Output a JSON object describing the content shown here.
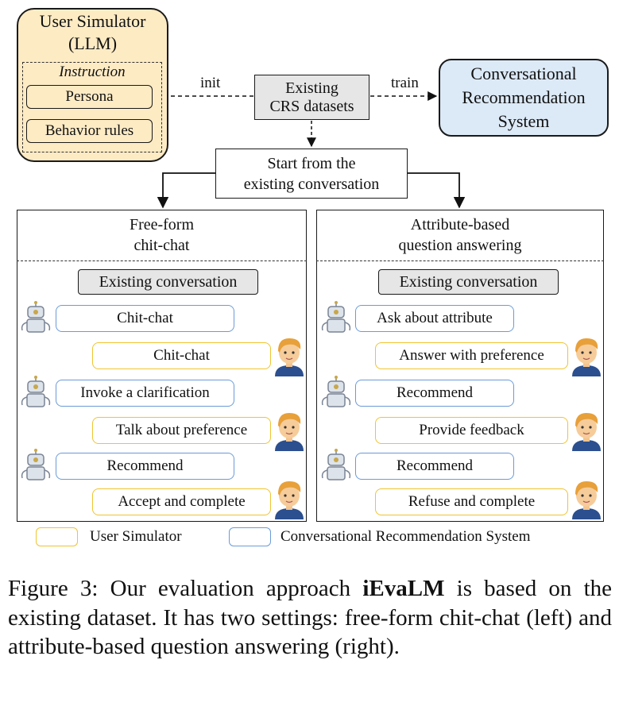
{
  "user_simulator": {
    "title_line1": "User Simulator",
    "title_line2": "(LLM)",
    "instruction_label": "Instruction",
    "persona": "Persona",
    "behavior_rules": "Behavior rules"
  },
  "datasets": {
    "line1": "Existing",
    "line2": "CRS datasets"
  },
  "edges": {
    "init": "init",
    "train": "train"
  },
  "crs": {
    "line1": "Conversational",
    "line2": "Recommendation",
    "line3": "System"
  },
  "start": {
    "line1": "Start from the",
    "line2": "existing conversation"
  },
  "left_panel": {
    "title_line1": "Free-form",
    "title_line2": "chit-chat",
    "existing": "Existing conversation",
    "turns": [
      {
        "role": "system",
        "text": "Chit-chat"
      },
      {
        "role": "user",
        "text": "Chit-chat"
      },
      {
        "role": "system",
        "text": "Invoke a clarification"
      },
      {
        "role": "user",
        "text": "Talk about preference"
      },
      {
        "role": "system",
        "text": "Recommend"
      },
      {
        "role": "user",
        "text": "Accept and complete"
      }
    ]
  },
  "right_panel": {
    "title_line1": "Attribute-based",
    "title_line2": "question answering",
    "existing": "Existing conversation",
    "turns": [
      {
        "role": "system",
        "text": "Ask about attribute"
      },
      {
        "role": "user",
        "text": "Answer with preference"
      },
      {
        "role": "system",
        "text": "Recommend"
      },
      {
        "role": "user",
        "text": "Provide feedback"
      },
      {
        "role": "system",
        "text": "Recommend"
      },
      {
        "role": "user",
        "text": "Refuse and complete"
      }
    ]
  },
  "legend": {
    "user": "User Simulator",
    "system": "Conversational Recommendation System"
  },
  "caption": {
    "prefix": "Figure 3: Our evaluation approach ",
    "bold": "iEvaLM",
    "suffix": " is based on the existing dataset. It has two settings: free-form chit-chat (left) and attribute-based question answering (right)."
  },
  "colors": {
    "user_border": "#f0c430",
    "system_border": "#6b9bd8",
    "user_fill": "#fdebc4",
    "system_fill": "#dce9f6"
  },
  "icons": {
    "system": "robot-icon",
    "user": "user-avatar-icon"
  }
}
